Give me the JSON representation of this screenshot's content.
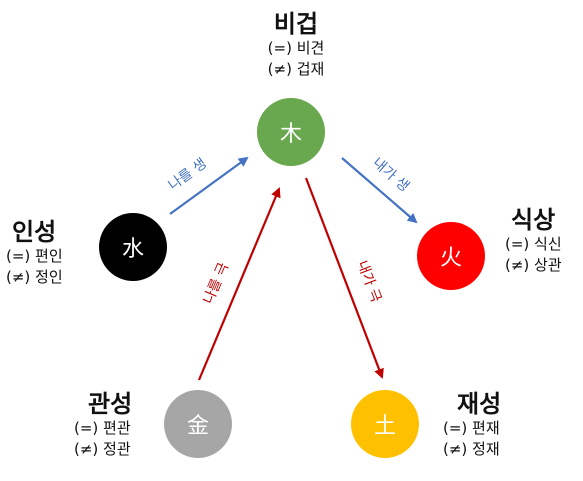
{
  "nodes": {
    "wood": {
      "glyph": "木",
      "color": "#6aa84f",
      "title": "비겁",
      "same": "(=) 비견",
      "diff": "(≠) 겁재"
    },
    "fire": {
      "glyph": "火",
      "color": "#ff0000",
      "title": "식상",
      "same": "(=) 식신",
      "diff": "(≠) 상관"
    },
    "earth": {
      "glyph": "土",
      "color": "#ffc000",
      "title": "재성",
      "same": "(=) 편재",
      "diff": "(≠) 정재"
    },
    "metal": {
      "glyph": "金",
      "color": "#a6a6a6",
      "title": "관성",
      "same": "(=) 편관",
      "diff": "(≠) 정관"
    },
    "water": {
      "glyph": "水",
      "color": "#000000",
      "title": "인성",
      "same": "(=) 편인",
      "diff": "(≠) 정인"
    }
  },
  "arrows": {
    "produces_me": {
      "label": "나를 생",
      "color": "#4472c4"
    },
    "i_produce": {
      "label": "내가 생",
      "color": "#4472c4"
    },
    "controls_me": {
      "label": "나를 극",
      "color": "#c00000"
    },
    "i_control": {
      "label": "내가 극",
      "color": "#c00000"
    }
  }
}
